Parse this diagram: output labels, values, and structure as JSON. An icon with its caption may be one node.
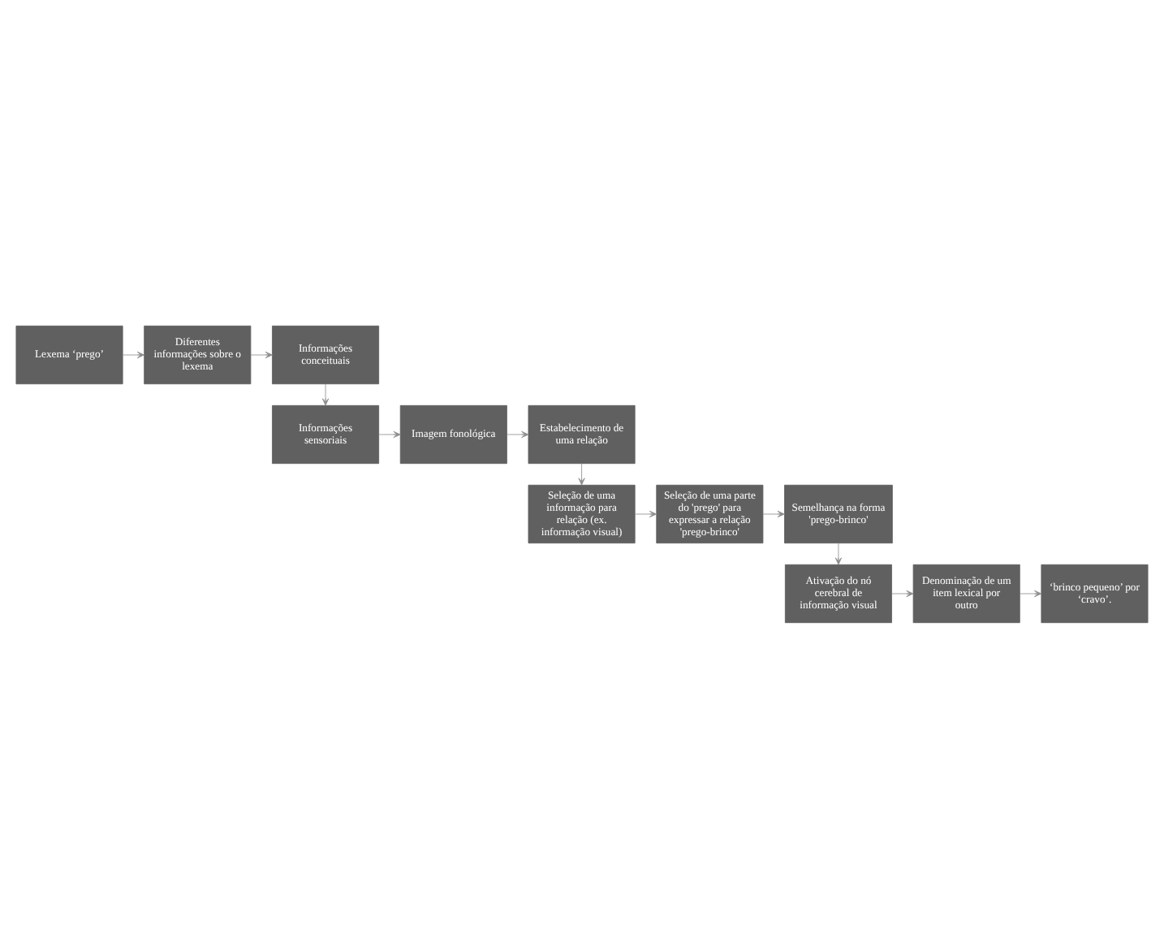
{
  "diagram": {
    "nodes": [
      {
        "text": [
          "Lexema ‘prego’"
        ]
      },
      {
        "text": [
          "Diferentes informações sobre o lexema"
        ]
      },
      {
        "text": [
          "Informações conceituais"
        ]
      },
      {
        "text": [
          "Informações sensoriais"
        ]
      },
      {
        "text": [
          "Imagem fonológica"
        ]
      },
      {
        "text": [
          "Estabelecimento de uma relação"
        ]
      },
      {
        "text": [
          "Seleção de uma informação para relação (ex. informação visual)"
        ]
      },
      {
        "text": [
          "Seleção de uma parte do 'prego' para expressar a relação 'prego-brinco'"
        ]
      },
      {
        "text": [
          "Semelhança na forma 'prego-brinco'"
        ]
      },
      {
        "text": [
          "Ativação do nó cerebral de informação visual"
        ]
      },
      {
        "text": [
          "Denominação de um item lexical por outro"
        ]
      },
      {
        "text": [
          "‘brinco pequeno’ por ‘cravo’."
        ]
      }
    ],
    "edges": [
      {
        "from": 0,
        "to": 1,
        "arrow": "to"
      },
      {
        "from": 1,
        "to": 2,
        "arrow": "to"
      },
      {
        "from": 2,
        "to": 3,
        "arrow": "to"
      },
      {
        "from": 3,
        "to": 4,
        "arrow": "to"
      },
      {
        "from": 4,
        "to": 5,
        "arrow": "to"
      },
      {
        "from": 5,
        "to": 6,
        "arrow": "to"
      },
      {
        "from": 6,
        "to": 7,
        "arrow": "to"
      },
      {
        "from": 7,
        "to": 8,
        "arrow": "to"
      },
      {
        "from": 8,
        "to": 9,
        "arrow": "to"
      },
      {
        "from": 9,
        "to": 10,
        "arrow": "to"
      },
      {
        "from": 10,
        "to": 11,
        "arrow": "to"
      }
    ]
  }
}
